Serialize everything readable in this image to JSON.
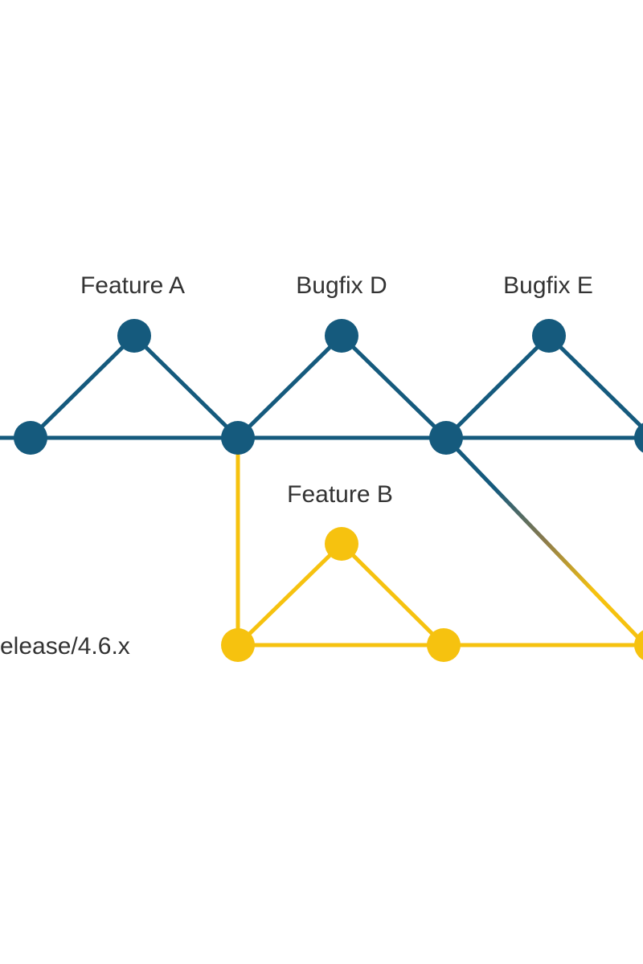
{
  "colors": {
    "main_branch": "#155a7d",
    "release_branch": "#f6c20f",
    "label_text": "#333333",
    "background": "#ffffff"
  },
  "labels": {
    "feature_a": "Feature A",
    "bugfix_d": "Bugfix D",
    "bugfix_e": "Bugfix E",
    "feature_b": "Feature B",
    "release_branch": "elease/4.6.x"
  }
}
